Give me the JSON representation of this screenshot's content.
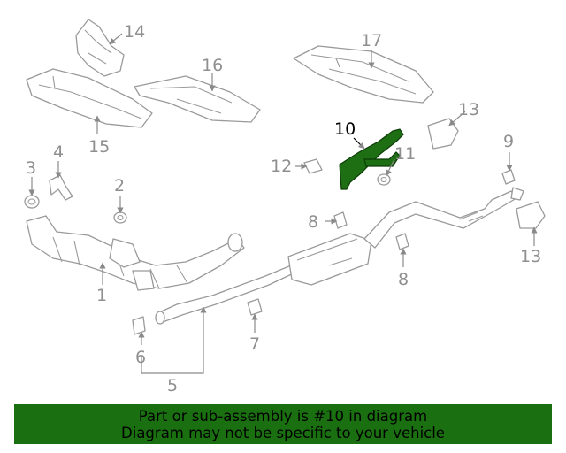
{
  "diagram": {
    "highlighted_part": "10",
    "callouts": [
      "1",
      "2",
      "3",
      "4",
      "5",
      "6",
      "7",
      "8",
      "8",
      "9",
      "10",
      "11",
      "12",
      "13",
      "13",
      "14",
      "15",
      "16",
      "17"
    ]
  },
  "banner": {
    "line1": "Part or sub-assembly is #10 in diagram",
    "line2": "Diagram may not be specific to your vehicle",
    "background": "#1a7010"
  }
}
